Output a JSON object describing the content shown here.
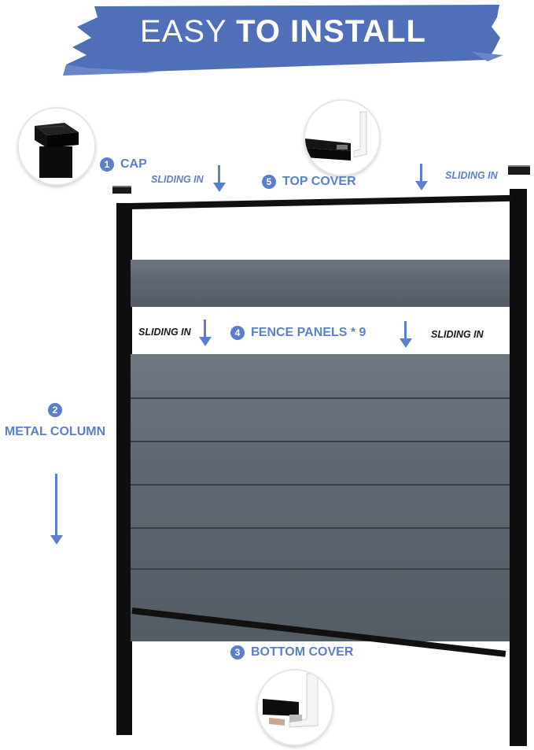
{
  "banner": {
    "title_part1": "EASY",
    "title_part2": "TO INSTALL"
  },
  "labels": {
    "cap": {
      "number": "1",
      "text": "CAP"
    },
    "metal_column": {
      "number": "2",
      "text": "METAL COLUMN"
    },
    "bottom_cover": {
      "number": "3",
      "text": "BOTTOM COVER"
    },
    "fence_panels": {
      "number": "4",
      "text": "FENCE PANELS * 9"
    },
    "top_cover": {
      "number": "5",
      "text": "TOP COVER"
    }
  },
  "sliding": {
    "top_left": "SLIDING IN",
    "top_right": "SLIDING IN",
    "mid_left": "SLIDING IN",
    "mid_right": "SLIDING IN"
  },
  "colors": {
    "accent_blue": "#5b7fcc",
    "banner_blue": "#4f6fb8",
    "post_black": "#0e0e0e",
    "panel_gray": "#5e6671"
  },
  "icons": [
    "cap-detail-inset",
    "top-cover-detail-inset",
    "bottom-cover-detail-inset"
  ]
}
